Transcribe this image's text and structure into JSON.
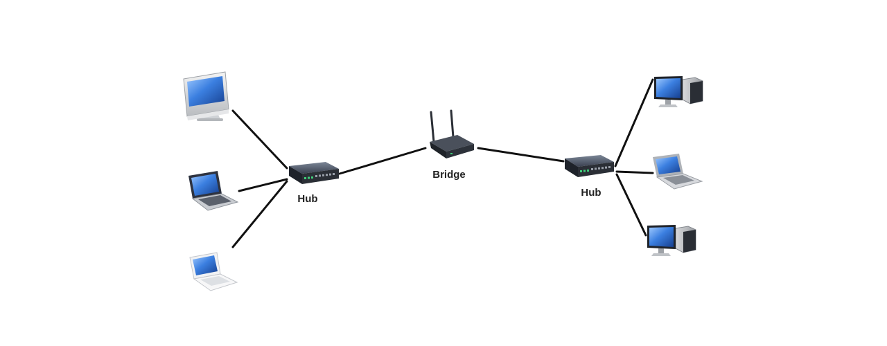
{
  "labels": {
    "hub_left": "Hub",
    "bridge": "Bridge",
    "hub_right": "Hub"
  },
  "nodes": [
    {
      "id": "imac",
      "type": "desktop-monitor-icon"
    },
    {
      "id": "laptop-dark",
      "type": "laptop-icon"
    },
    {
      "id": "laptop-white",
      "type": "laptop-icon"
    },
    {
      "id": "hub-left",
      "type": "hub-icon"
    },
    {
      "id": "bridge",
      "type": "wireless-bridge-icon"
    },
    {
      "id": "hub-right",
      "type": "hub-icon"
    },
    {
      "id": "pc-top",
      "type": "desktop-tower-icon"
    },
    {
      "id": "laptop-right",
      "type": "laptop-icon"
    },
    {
      "id": "pc-bottom",
      "type": "desktop-tower-icon"
    }
  ],
  "links": [
    {
      "from": "imac",
      "to": "hub-left"
    },
    {
      "from": "laptop-dark",
      "to": "hub-left"
    },
    {
      "from": "laptop-white",
      "to": "hub-left"
    },
    {
      "from": "hub-left",
      "to": "bridge"
    },
    {
      "from": "bridge",
      "to": "hub-right"
    },
    {
      "from": "hub-right",
      "to": "pc-top"
    },
    {
      "from": "hub-right",
      "to": "laptop-right"
    },
    {
      "from": "hub-right",
      "to": "pc-bottom"
    }
  ],
  "colors": {
    "link": "#111111",
    "screen": "#2f6fd0",
    "device_body": "#2b2f36",
    "port_led": "#3fd07a"
  }
}
